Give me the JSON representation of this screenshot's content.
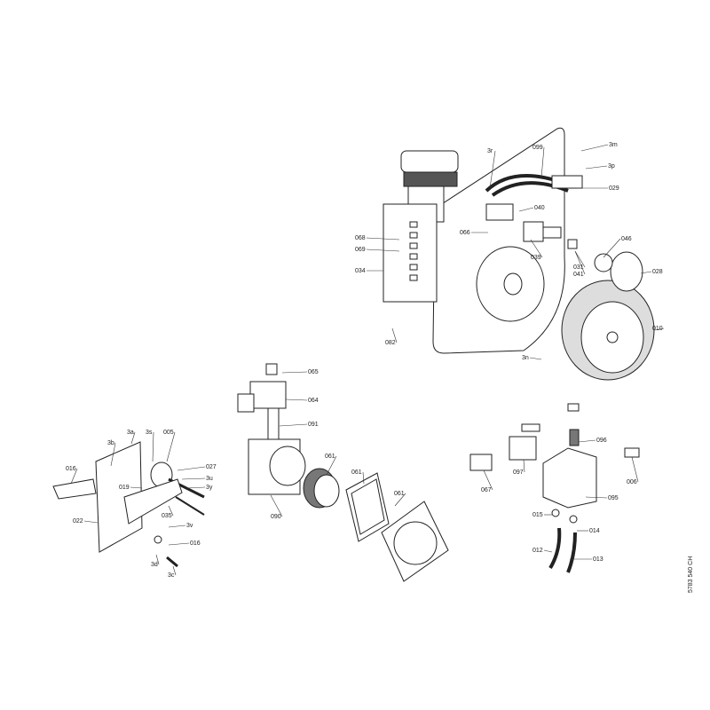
{
  "labels": [
    "099",
    "3r",
    "3m",
    "3p",
    "029",
    "040",
    "066",
    "068",
    "069",
    "034",
    "039",
    "046",
    "031",
    "041",
    "028",
    "010",
    "082",
    "3n",
    "065",
    "064",
    "091",
    "061",
    "061",
    "061",
    "090",
    "3a",
    "3s",
    "005",
    "3b",
    "016",
    "027",
    "3u",
    "3y",
    "019",
    "022",
    "035",
    "3v",
    "016",
    "3d",
    "3c",
    "096",
    "006",
    "097",
    "067",
    "095",
    "015",
    "014",
    "012",
    "013"
  ],
  "drawing_number": "5783 540 CH"
}
